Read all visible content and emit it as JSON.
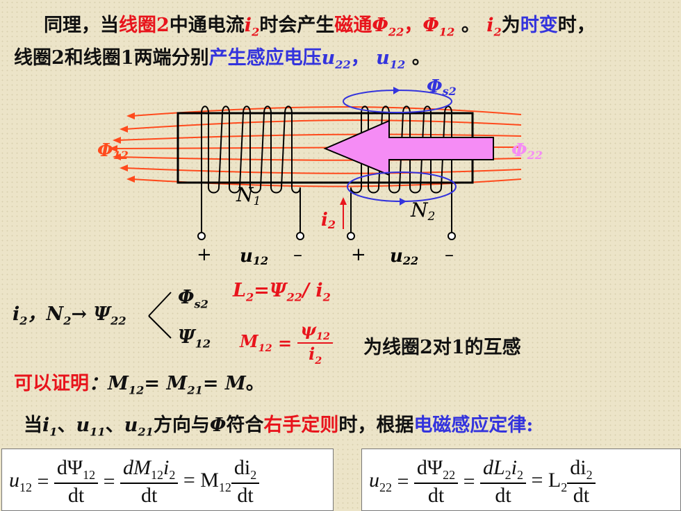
{
  "text": {
    "l1_a": "同理，当",
    "l1_b": "线圈2",
    "l1_c": "中通电流",
    "l1_i": "i",
    "l1_i_sub": "2",
    "l1_d": "时会产生",
    "l1_e": "磁通",
    "l1_phi": "Φ",
    "l1_phi_sub": "22",
    "l1_comma": "，",
    "l1_phi2": "Φ",
    "l1_phi2_sub": "12",
    "l1_dot": " 。 ",
    "l1_i2": "i",
    "l1_i2_sub": "2",
    "l1_f": "为",
    "l1_g": "时变",
    "l1_h": "时，",
    "l2_a": "线圈2和线圈1两端分别",
    "l2_b": "产生感应电压",
    "l2_u": "u",
    "l2_u_sub": "22",
    "l2_comma": "， ",
    "l2_u2": "u",
    "l2_u2_sub": "12",
    "l2_end": " 。",
    "psi_line_i": "i",
    "psi_line_i_sub": "2",
    "psi_line_mid": "，N",
    "psi_line_n_sub": "2",
    "psi_line_arrow": "→ Ψ",
    "psi_line_psi_sub": "22",
    "branch_top": "Φ",
    "branch_top_sub": "s2",
    "branch_bot": "Ψ",
    "branch_bot_sub": "12",
    "L_eq": "L",
    "L_eq_sub": "2",
    "L_eq_rest": "=Ψ",
    "L_eq_rest_sub": "22",
    "L_eq_tail": "/ i",
    "L_eq_tail_sub": "2",
    "M_eq_lhs": "M",
    "M_eq_lhs_sub": "12",
    "M_eq_eq": "=",
    "M_eq_num": "ψ",
    "M_eq_num_sub": "12",
    "M_eq_den": "i",
    "M_eq_den_sub": "2",
    "mutual_desc": "为线圈2对1的互感",
    "prove_a": "可以证明",
    "prove_b": "：M",
    "prove_b_sub": "12",
    "prove_c": "= M",
    "prove_c_sub": "21",
    "prove_d": "= M",
    "prove_e": "。",
    "rule_a": "当",
    "rule_i": "i",
    "rule_i_sub": "1",
    "rule_sep1": "、",
    "rule_u": "u",
    "rule_u_sub": "11",
    "rule_sep2": "、",
    "rule_u2": "u",
    "rule_u2_sub": "21",
    "rule_b": "方向与",
    "rule_phi": "Φ",
    "rule_c": "符合",
    "rule_d": "右手定则",
    "rule_e": "时，根据",
    "rule_f": "电磁感应定律:"
  },
  "diagram": {
    "phi_s2": "Φ",
    "phi_s2_sub": "s2",
    "phi_12": "Φ",
    "phi_12_sub": "12",
    "phi_22": "Φ",
    "phi_22_sub": "22",
    "n1": "N",
    "n1_sub": "1",
    "n2": "N",
    "n2_sub": "2",
    "i2": "i",
    "i2_sub": "2",
    "plus1": "+",
    "u12": "u",
    "u12_sub": "12",
    "minus1": "–",
    "plus2": "+",
    "u22": "u",
    "u22_sub": "22",
    "minus2": "–"
  },
  "formula1": {
    "lhs": "u",
    "lhs_sub": "12",
    "eq1": " = ",
    "f1_num": "dΨ",
    "f1_num_sub": "12",
    "f1_den": "dt",
    "eq2": " = ",
    "f2_num_a": "dM",
    "f2_num_sub": "12",
    "f2_num_b": "i",
    "f2_num_b_sub": "2",
    "f2_den": "dt",
    "eq3": " = M",
    "eq3_sub": "12",
    "f3_num": "di",
    "f3_num_sub": "2",
    "f3_den": "dt"
  },
  "formula2": {
    "lhs": "u",
    "lhs_sub": "22",
    "eq1": " = ",
    "f1_num": "dΨ",
    "f1_num_sub": "22",
    "f1_den": "dt",
    "eq2": " = ",
    "f2_num_a": "dL",
    "f2_num_sub": "2",
    "f2_num_b": "i",
    "f2_num_b_sub": "2",
    "f2_den": "dt",
    "eq3": " = L",
    "eq3_sub": "2",
    "f3_num": "di",
    "f3_num_sub": "2",
    "f3_den": "dt"
  },
  "colors": {
    "red": "#e8141c",
    "blue": "#3333dd",
    "flux_orange": "#ff4a1c",
    "pink_arrow": "#f58cf5",
    "background": "#ece4c8"
  }
}
